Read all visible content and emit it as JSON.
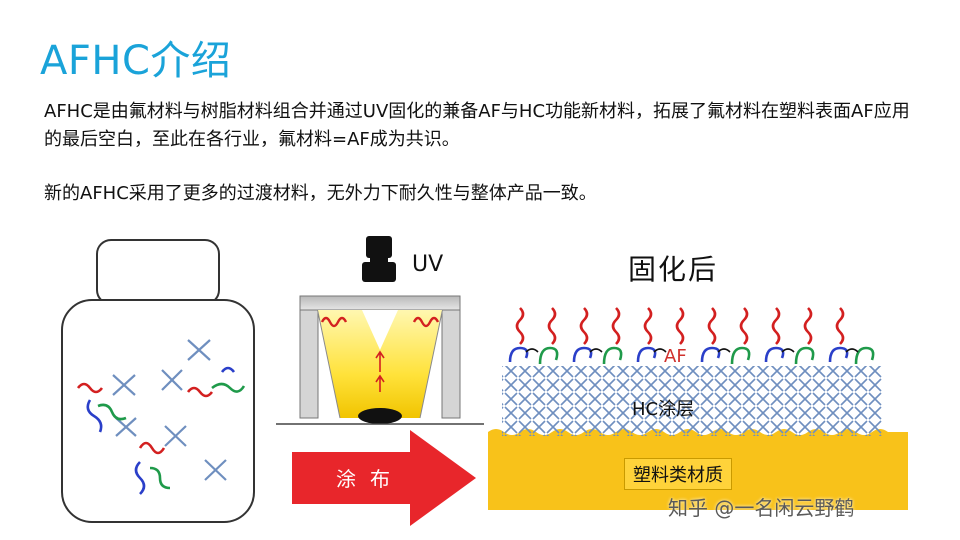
{
  "slide": {
    "title": "AFHC介绍",
    "paragraph1": "AFHC是由氟材料与树脂材料组合并通过UV固化的兼备AF与HC功能新材料，拓展了氟材料在塑料表面AF应用的最后空白，至此在各行业，氟材料=AF成为共识。",
    "paragraph2": "新的AFHC采用了更多的过渡材料，无外力下耐久性与整体产品一致。"
  },
  "diagram": {
    "uv_label": "UV",
    "after_cure_label": "固化后",
    "af_label": "AF",
    "hc_layer_label": "HC涂层",
    "substrate_label": "塑料类材质",
    "coating_arrow_label": "涂布"
  },
  "watermark": "知乎 @一名闲云野鹤",
  "colors": {
    "title_blue": "#1aa3d9",
    "arrow_red": "#e8262b",
    "substrate_yellow": "#f8c21a",
    "hc_cross_blue": "#6f8fbf",
    "af_red": "#d32020",
    "af_blue": "#2a3fc9",
    "af_green": "#1f9a4a"
  }
}
